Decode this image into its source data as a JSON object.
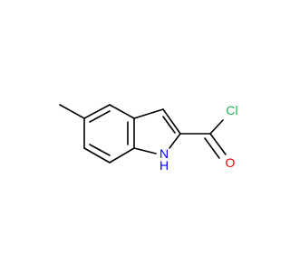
{
  "molecule": {
    "atoms": {
      "cl": {
        "label": "Cl",
        "color": "#22b14c"
      },
      "o": {
        "label": "O",
        "color": "#ff0000"
      },
      "n": {
        "label": "N",
        "color": "#0000ff"
      },
      "h": {
        "label": "H",
        "color": "#0000ff"
      }
    },
    "bond_color": "#000000"
  }
}
